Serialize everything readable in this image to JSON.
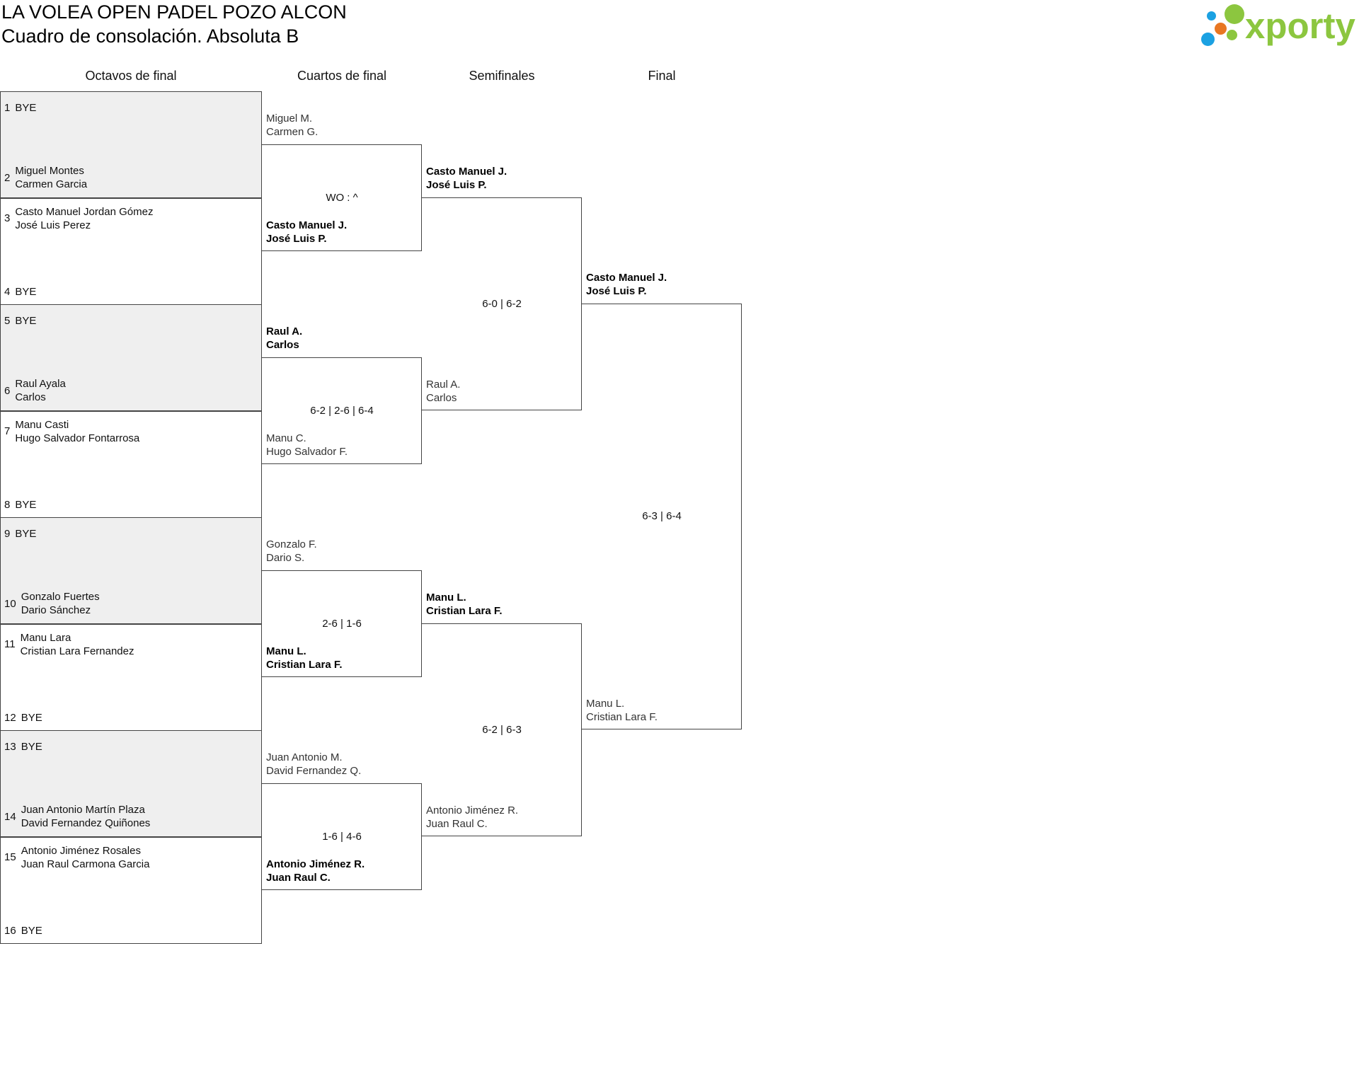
{
  "header": {
    "title": "LA VOLEA OPEN PADEL POZO ALCON",
    "subtitle": "Cuadro de consolación. Absoluta B",
    "logo_text": "xporty",
    "logo_colors": [
      "#8cc63f",
      "#e87722",
      "#1ba1e2",
      "#1ba1e2",
      "#8cc63f"
    ]
  },
  "rounds": [
    "Octavos de final",
    "Cuartos de final",
    "Semifinales",
    "Final"
  ],
  "first_round": [
    {
      "seed": "1",
      "p1": "BYE",
      "p2": ""
    },
    {
      "seed": "2",
      "p1": "Miguel Montes",
      "p2": "Carmen Garcia"
    },
    {
      "seed": "3",
      "p1": "Casto Manuel Jordan Gómez",
      "p2": "José Luis Perez"
    },
    {
      "seed": "4",
      "p1": "BYE",
      "p2": ""
    },
    {
      "seed": "5",
      "p1": "BYE",
      "p2": ""
    },
    {
      "seed": "6",
      "p1": "Raul Ayala",
      "p2": "Carlos"
    },
    {
      "seed": "7",
      "p1": "Manu Casti",
      "p2": "Hugo Salvador Fontarrosa"
    },
    {
      "seed": "8",
      "p1": "BYE",
      "p2": ""
    },
    {
      "seed": "9",
      "p1": "BYE",
      "p2": ""
    },
    {
      "seed": "10",
      "p1": "Gonzalo Fuertes",
      "p2": "Dario Sánchez"
    },
    {
      "seed": "11",
      "p1": "Manu Lara",
      "p2": "Cristian Lara Fernandez"
    },
    {
      "seed": "12",
      "p1": "BYE",
      "p2": ""
    },
    {
      "seed": "13",
      "p1": "BYE",
      "p2": ""
    },
    {
      "seed": "14",
      "p1": "Juan Antonio Martín Plaza",
      "p2": "David Fernandez Quiñones"
    },
    {
      "seed": "15",
      "p1": "Antonio Jiménez Rosales",
      "p2": "Juan Raul Carmona Garcia"
    },
    {
      "seed": "16",
      "p1": "BYE",
      "p2": ""
    }
  ],
  "quarterfinals": [
    {
      "top": {
        "l1": "Miguel M.",
        "l2": "Carmen G.",
        "winner": false
      },
      "score": "WO : ^",
      "bottom": {
        "l1": "Casto Manuel J.",
        "l2": "José Luis P.",
        "winner": true
      }
    },
    {
      "top": {
        "l1": "Raul A.",
        "l2": "Carlos",
        "winner": true
      },
      "score": "6-2 | 2-6 | 6-4",
      "bottom": {
        "l1": "Manu C.",
        "l2": "Hugo Salvador F.",
        "winner": false
      }
    },
    {
      "top": {
        "l1": "Gonzalo F.",
        "l2": "Dario S.",
        "winner": false
      },
      "score": "2-6 | 1-6",
      "bottom": {
        "l1": "Manu L.",
        "l2": "Cristian Lara F.",
        "winner": true
      }
    },
    {
      "top": {
        "l1": "Juan Antonio M.",
        "l2": "David Fernandez Q.",
        "winner": false
      },
      "score": "1-6 | 4-6",
      "bottom": {
        "l1": "Antonio Jiménez R.",
        "l2": "Juan Raul C.",
        "winner": true
      }
    }
  ],
  "semifinals": [
    {
      "top": {
        "l1": "Casto Manuel J.",
        "l2": "José Luis P.",
        "winner": true
      },
      "score": "6-0 | 6-2",
      "bottom": {
        "l1": "Raul A.",
        "l2": "Carlos",
        "winner": false
      }
    },
    {
      "top": {
        "l1": "Manu L.",
        "l2": "Cristian Lara F.",
        "winner": true
      },
      "score": "6-2 | 6-3",
      "bottom": {
        "l1": "Antonio Jiménez R.",
        "l2": "Juan Raul C.",
        "winner": false
      }
    }
  ],
  "final": {
    "top": {
      "l1": "Casto Manuel J.",
      "l2": "José Luis P.",
      "winner": true
    },
    "score": "6-3 | 6-4",
    "bottom": {
      "l1": "Manu L.",
      "l2": "Cristian Lara F.",
      "winner": false
    }
  }
}
